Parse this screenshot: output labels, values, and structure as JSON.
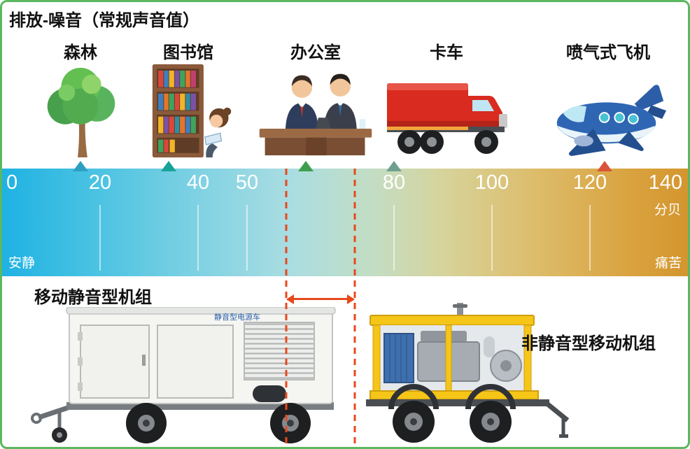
{
  "title": "排放-噪音（常规声音值）",
  "items": [
    {
      "label": "森林",
      "db": 16,
      "marker_color": "#2d9fc1"
    },
    {
      "label": "图书馆",
      "db": 34,
      "marker_color": "#17a398"
    },
    {
      "label": "办公室",
      "db": 62,
      "marker_color": "#3f9e4d"
    },
    {
      "label": "卡车",
      "db": 80,
      "marker_color": "#6fa08f"
    },
    {
      "label": "喷气式飞机",
      "db": 123,
      "marker_color": "#d9543a"
    }
  ],
  "scale": {
    "max": 140,
    "unit_label": "分贝",
    "left_label": "安静",
    "right_label": "痛苦",
    "gradient_start_color": "#1fb2e3",
    "gradient_end_color": "#d4962e",
    "ticks": [
      {
        "label": "0",
        "db": 0
      },
      {
        "label": "20",
        "db": 20
      },
      {
        "label": "40",
        "db": 40
      },
      {
        "label": "50",
        "db": 50
      },
      {
        "label": "80",
        "db": 80
      },
      {
        "label": "100",
        "db": 100
      },
      {
        "label": "120",
        "db": 120
      },
      {
        "label": "140",
        "db": 140
      }
    ]
  },
  "range_markers": {
    "from_db": 58,
    "to_db": 72,
    "color": "#e8481c"
  },
  "generators": [
    {
      "label": "移动静音型机组",
      "marking": "静音型电源车"
    },
    {
      "label": "非静音型移动机组"
    }
  ]
}
